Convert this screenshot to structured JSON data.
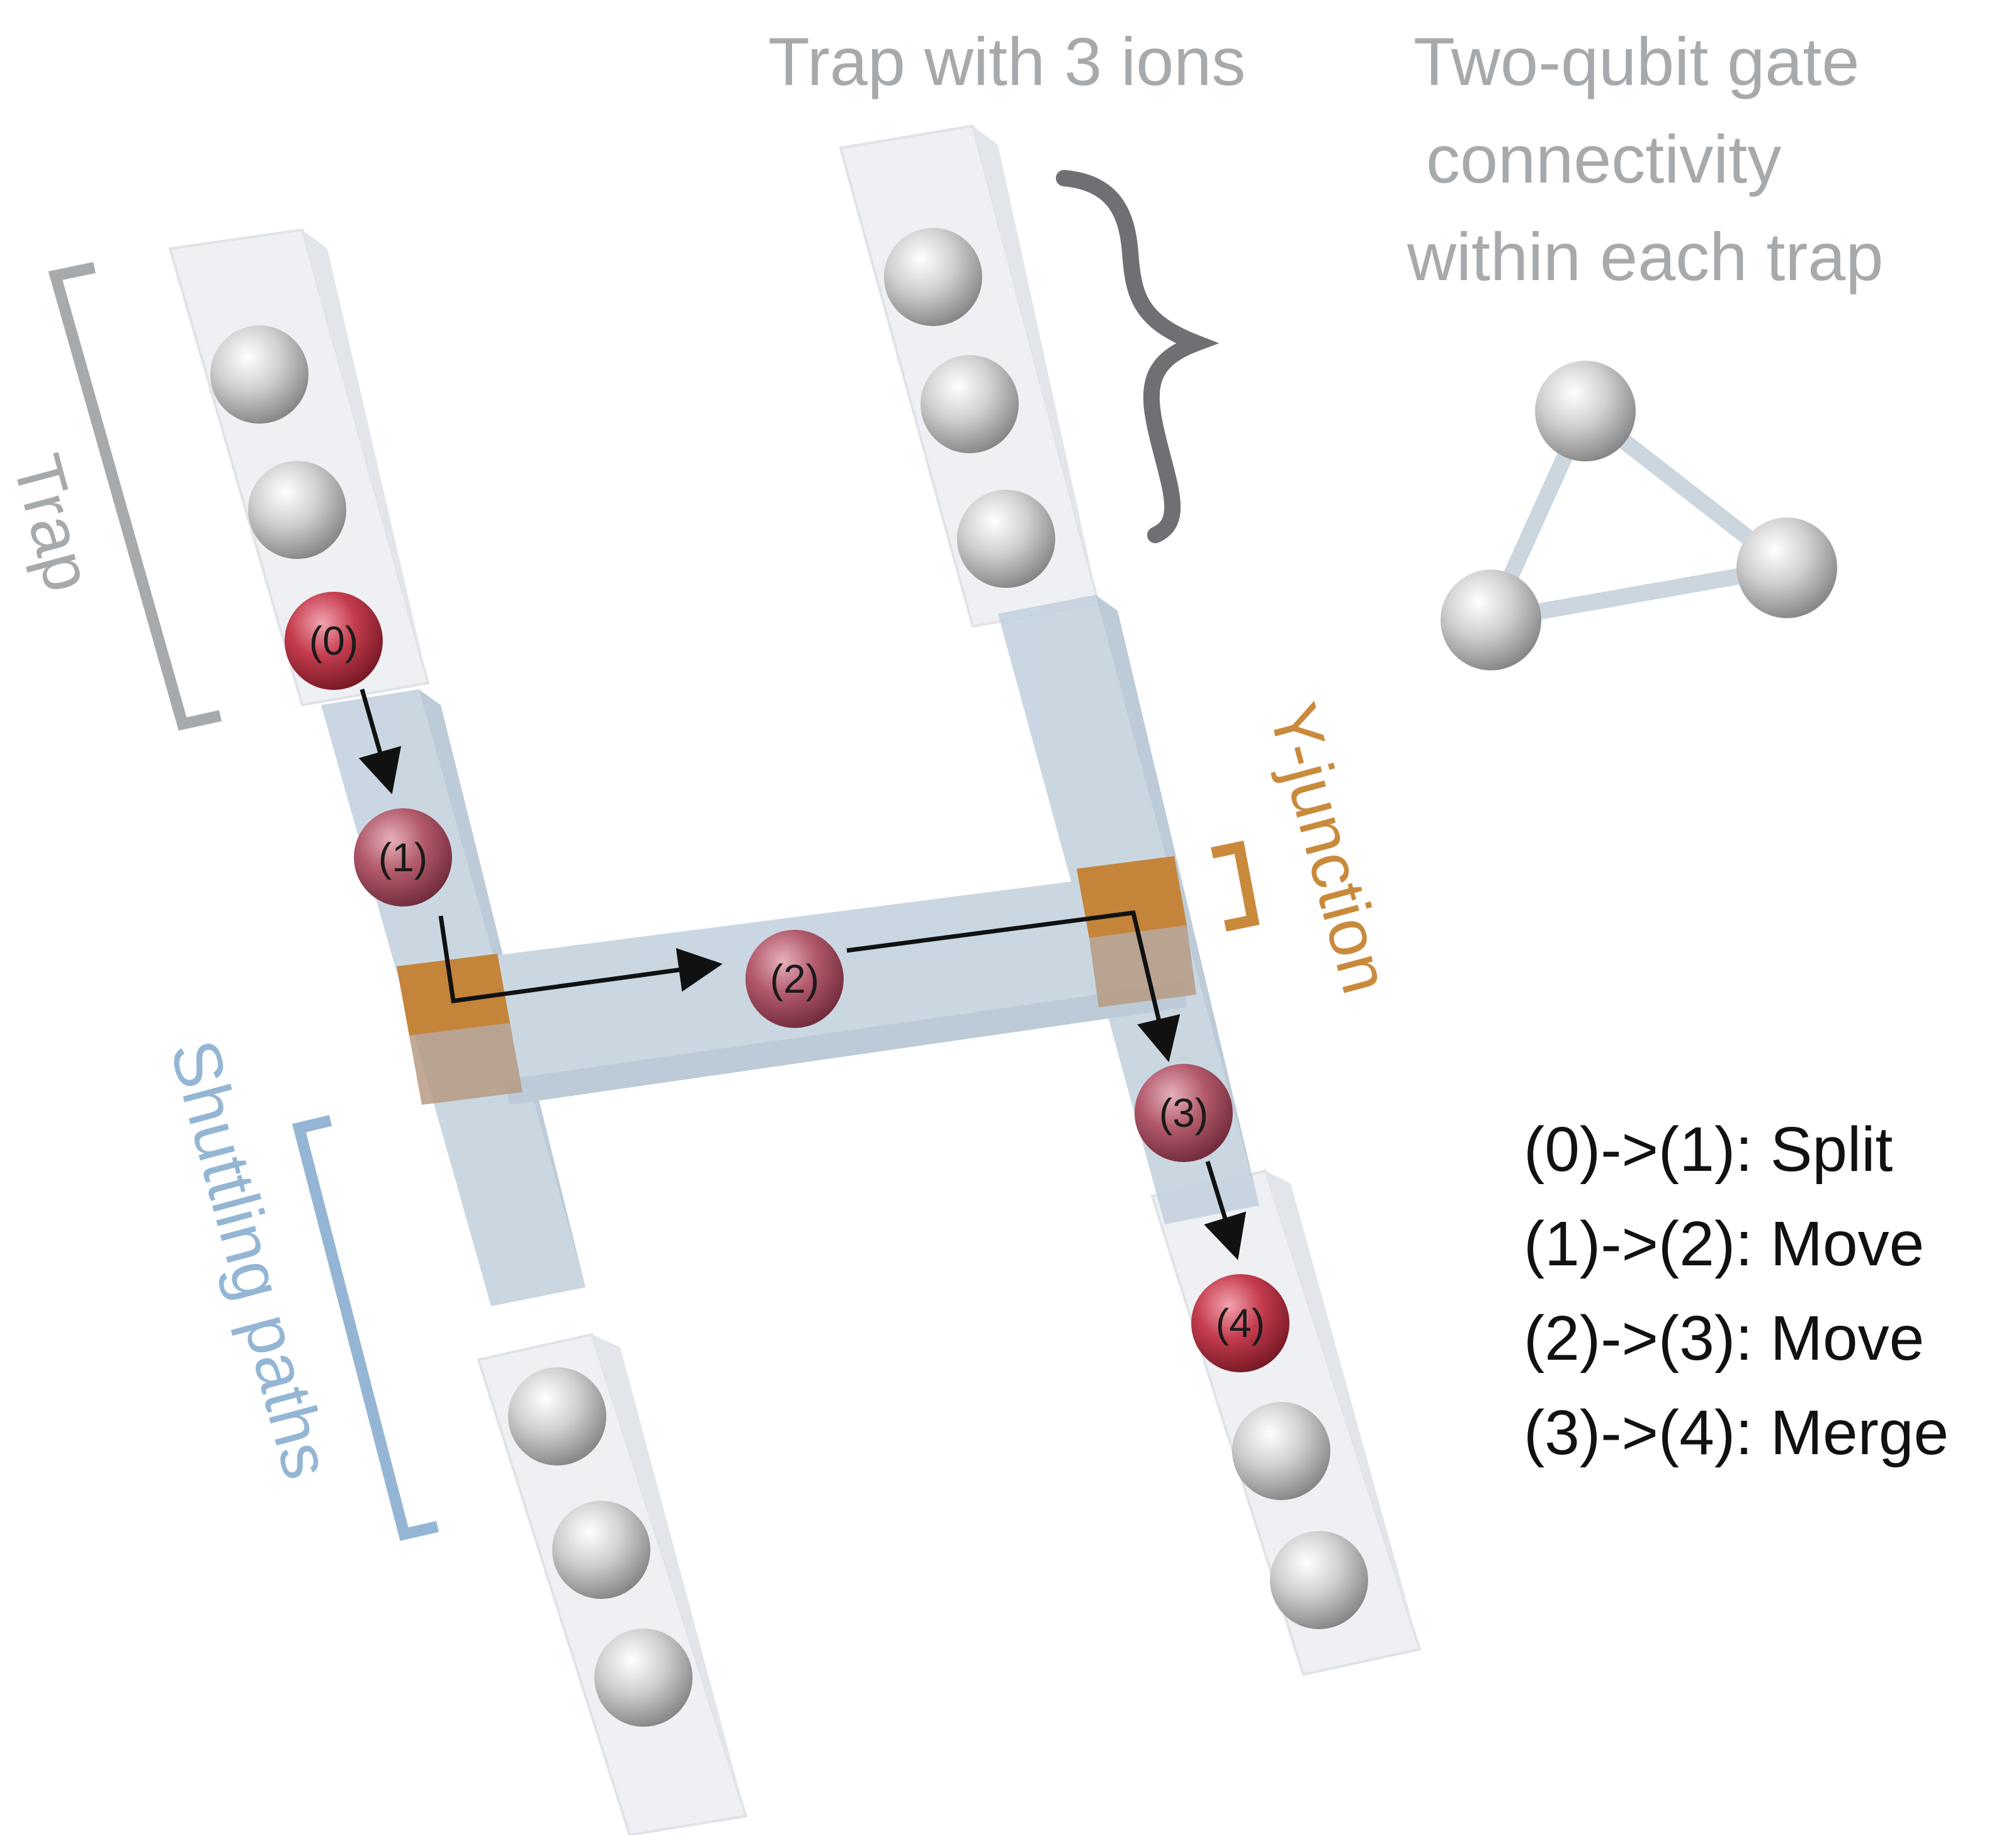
{
  "labels": {
    "trap_with_ions": "Trap with 3 ions",
    "connectivity": [
      "Two-qubit gate",
      "connectivity",
      "within each trap"
    ],
    "trap": "Trap",
    "y_junction": "Y-junction",
    "shuttling_paths": "Shuttling paths"
  },
  "ion_steps": [
    "(0)",
    "(1)",
    "(2)",
    "(3)",
    "(4)"
  ],
  "legend": [
    "(0)->(1): Split",
    "(1)->(2): Move",
    "(2)->(3): Move",
    "(3)->(4): Merge"
  ],
  "colors": {
    "trap_fill": "#eef0f3",
    "shuttle_fill": "#c3d2de",
    "junction": "#c4843a",
    "ion_gray": "#bdbdbd",
    "ion_red": "#c0394b",
    "ion_pink": "#b0566a",
    "bracket_gray": "#8a8d90",
    "bracket_orange": "#c98a3c",
    "bracket_blue": "#94b6d4",
    "arrow": "#111111"
  },
  "icons": [
    "ion-sphere-icon",
    "arrow-icon",
    "curly-brace-icon",
    "bracket-icon"
  ]
}
